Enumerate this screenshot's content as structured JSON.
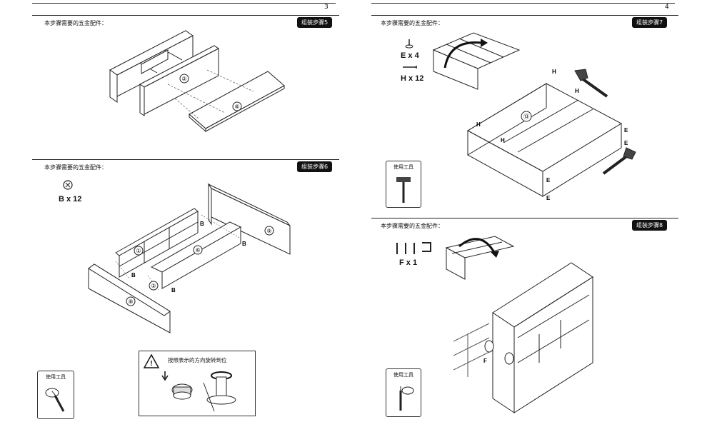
{
  "pages": {
    "left": {
      "page_number": "3",
      "step5": {
        "hardware_header": "本步骤需要的五金配件：",
        "badge": "组装步骤5",
        "part_labels": [
          "②",
          "⑥"
        ]
      },
      "step6": {
        "hardware_header": "本步骤需要的五金配件：",
        "badge": "组装步骤6",
        "hardware_qty": "B x 12",
        "part_labels": [
          "①",
          "②",
          "⑥",
          "⑨",
          "⑧"
        ],
        "part_letter": "B",
        "tools_label": "使用工具",
        "instruction": "按照表示的方向旋转到位"
      }
    },
    "right": {
      "page_number": "4",
      "step7": {
        "hardware_header": "本步骤需要的五金配件：",
        "badge": "组装步骤7",
        "hardware_qty_1": "E x 4",
        "hardware_qty_2": "H x 12",
        "part_label": "⑬",
        "letter_h": "H",
        "letter_e": "E",
        "tools_label": "使用工具"
      },
      "step8": {
        "hardware_header": "本步骤需要的五金配件：",
        "badge": "组装步骤8",
        "hardware_qty": "F x 1",
        "letter_f": "F",
        "tools_label": "使用工具"
      }
    }
  }
}
